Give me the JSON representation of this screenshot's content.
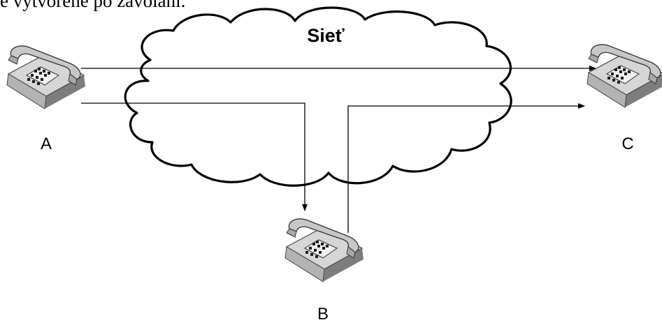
{
  "heading_fragment": "e vytvorené po zavolaní.",
  "network": {
    "label": "Sieť"
  },
  "phones": [
    {
      "id": "A",
      "label": "A"
    },
    {
      "id": "B",
      "label": "B"
    },
    {
      "id": "C",
      "label": "C"
    }
  ],
  "connections": [
    {
      "from": "A",
      "to": "C"
    },
    {
      "from": "A",
      "to": "B"
    },
    {
      "from": "B",
      "to": "C"
    }
  ],
  "colors": {
    "line": "#000000",
    "phone_body": "#d8d8d8",
    "phone_shadow": "#9a9a9a",
    "phone_dark": "#2a2a2a",
    "cloud_fill": "#ffffff"
  }
}
